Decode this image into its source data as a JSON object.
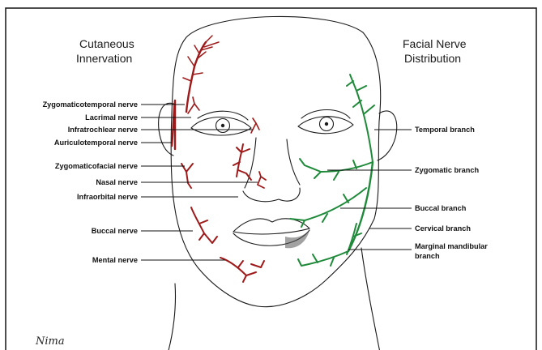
{
  "titles": {
    "left_line1": "Cutaneous",
    "left_line2": "Innervation",
    "right_line1": "Facial Nerve",
    "right_line2": "Distribution"
  },
  "left_labels": [
    "Zygomaticotemporal nerve",
    "Lacrimal nerve",
    "Infratrochlear nerve",
    "Auriculotemporal nerve",
    "Zygomaticofacial nerve",
    "Nasal nerve",
    "Infraorbital nerve",
    "Buccal nerve",
    "Mental nerve"
  ],
  "right_labels": [
    "Temporal branch",
    "Zygomatic branch",
    "Buccal branch",
    "Cervical branch",
    "Marginal mandibular",
    "branch"
  ],
  "signature": "Nima",
  "colors": {
    "cutaneous_nerve": "#9e1a1a",
    "facial_nerve": "#1f8a3a",
    "outline": "#1a1a1a",
    "frame": "#222222"
  }
}
